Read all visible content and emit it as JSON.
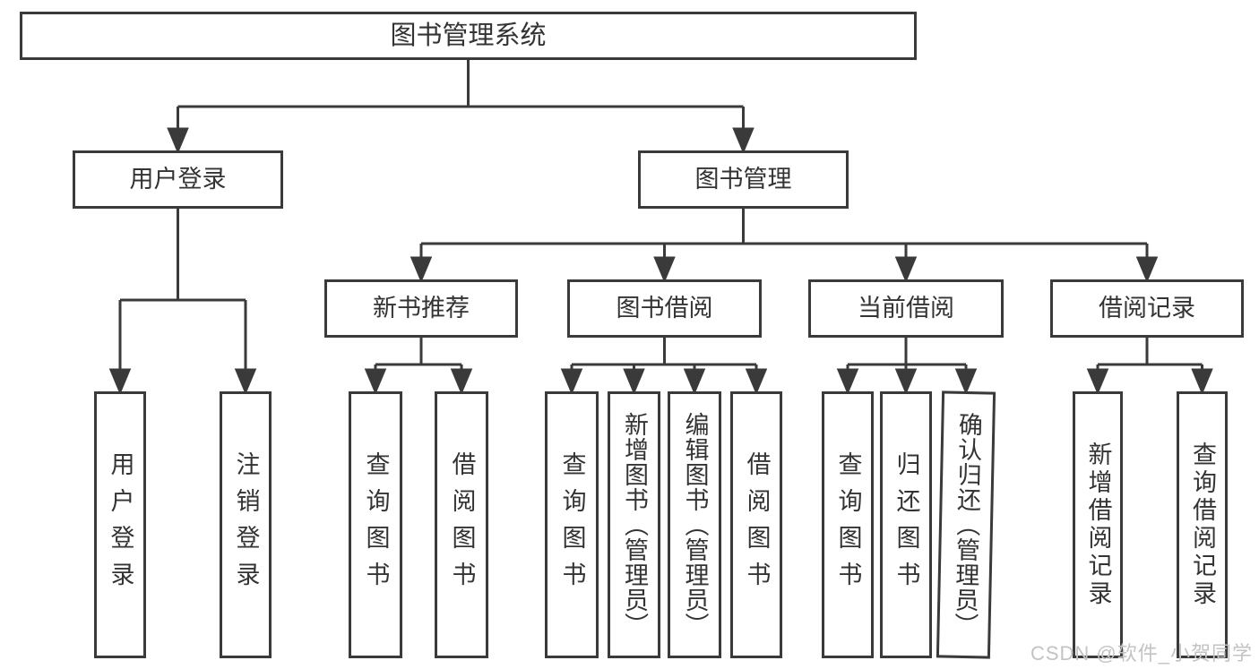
{
  "tree": {
    "label": "图书管理系统",
    "children": [
      {
        "label": "用户登录",
        "children": [
          {
            "label": "用户登录"
          },
          {
            "label": "注销登录"
          }
        ]
      },
      {
        "label": "图书管理",
        "children": [
          {
            "label": "新书推荐",
            "children": [
              {
                "label": "查询图书"
              },
              {
                "label": "借阅图书"
              }
            ]
          },
          {
            "label": "图书借阅",
            "children": [
              {
                "label": "查询图书"
              },
              {
                "label": "新增图书（管理员）"
              },
              {
                "label": "编辑图书（管理员）"
              },
              {
                "label": "借阅图书"
              }
            ]
          },
          {
            "label": "当前借阅",
            "children": [
              {
                "label": "查询图书"
              },
              {
                "label": "归还图书"
              },
              {
                "label": "确认归还（管理员）"
              }
            ]
          },
          {
            "label": "借阅记录",
            "children": [
              {
                "label": "新增借阅记录"
              },
              {
                "label": "查询借阅记录"
              }
            ]
          }
        ]
      }
    ]
  },
  "watermark": {
    "text": "CSDN @软件_小贺同学"
  },
  "colors": {
    "line": "#3a3a3a",
    "text": "#333333",
    "watermark": "#c3c3c3",
    "background": "#ffffff"
  }
}
